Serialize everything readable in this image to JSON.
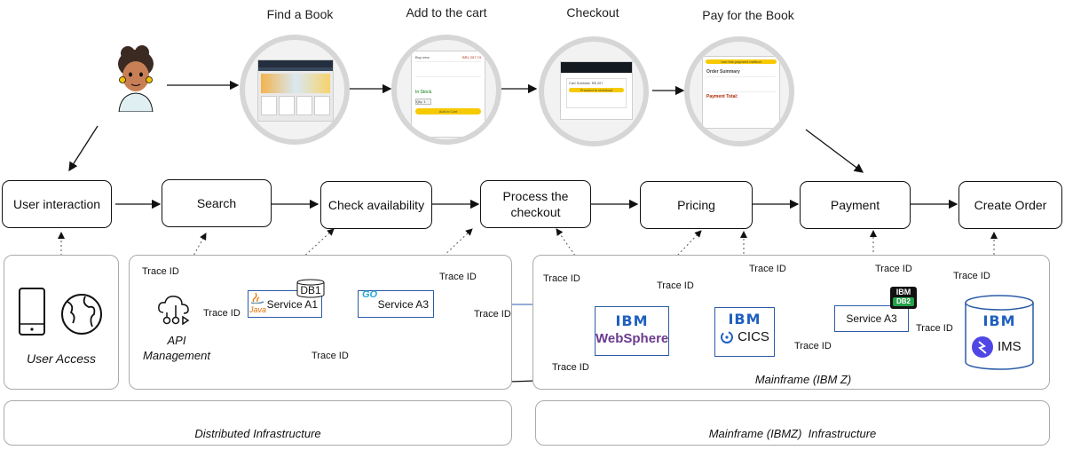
{
  "steps": [
    {
      "title": "Find a Book"
    },
    {
      "title": "Add to the cart"
    },
    {
      "title": "Checkout"
    },
    {
      "title": "Pay for the Book"
    }
  ],
  "thumbs": {
    "cart_price": "BRL 207.74",
    "cart_buy_new": "Buy new:",
    "cart_in_stock": "In Stock.",
    "cart_qty": "Qty: 1",
    "cart_add_button": "Add to Cart",
    "checkout_subtotal": "Cart Subtotal: R$ 207",
    "checkout_proceed": "Proceed to checkout",
    "pay_use_method": "Use this payment method",
    "pay_order_summary": "Order Summary",
    "pay_total": "Payment Total:"
  },
  "flow": [
    {
      "label": "User interaction"
    },
    {
      "label": "Search"
    },
    {
      "label": "Check availability"
    },
    {
      "label": "Process the checkout"
    },
    {
      "label": "Pricing"
    },
    {
      "label": "Payment"
    },
    {
      "label": "Create Order"
    }
  ],
  "user_access": {
    "label": "User Access"
  },
  "api_management": {
    "label": "API Management"
  },
  "services": {
    "a1": "Service A1",
    "a1_db": "DB1",
    "a1_lang": "Java",
    "a3": "Service A3",
    "a3_lang": "GO",
    "mf_a3": "Service A3",
    "mf_db_brand": "IBM",
    "mf_db": "DB2"
  },
  "mainframe": {
    "websphere_brand": "IBM",
    "websphere": "WebSphere",
    "cics_brand": "IBM",
    "cics": "CICS",
    "ims_brand": "IBM",
    "ims": "IMS",
    "region_label": "Mainframe (IBM Z)"
  },
  "trace_labels": {
    "t1": "Trace ID",
    "t2": "Trace ID",
    "t3": "Trace ID",
    "t4": "Trace ID",
    "t5": "Trace ID",
    "t6": "Trace ID",
    "t7": "Trace ID",
    "t8": "Trace ID",
    "t9": "Trace ID",
    "t10": "Trace ID",
    "t11": "Trace ID",
    "t12": "Trace ID",
    "t13": "Trace ID"
  },
  "footers": {
    "distributed": "Distributed Infrastructure",
    "mainframe": "Mainframe (IBMZ)  Infrastructure"
  },
  "colors": {
    "accent_blue": "#2b5ba8",
    "ibm_blue": "#1f5fbf",
    "websphere_purple": "#6b3b8f",
    "amazon_yellow": "#f7ca00"
  }
}
